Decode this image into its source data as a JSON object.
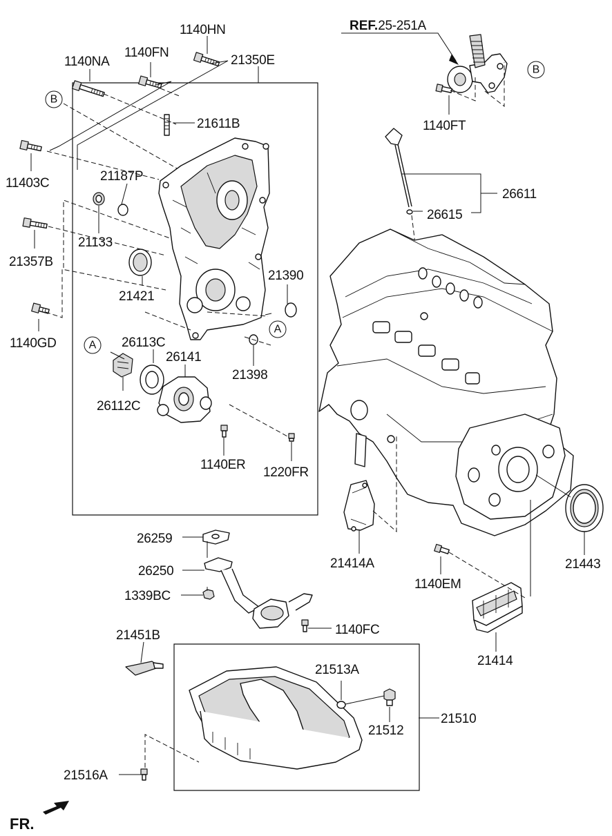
{
  "labels": {
    "p1140HN": "1140HN",
    "p1140NA": "1140NA",
    "p1140FN": "1140FN",
    "p21350E": "21350E",
    "pB1": "B",
    "p21611B": "21611B",
    "p11403C": "11403C",
    "p21187P": "21187P",
    "p21133": "21133",
    "p21357B": "21357B",
    "p21421": "21421",
    "p21390": "21390",
    "pA1": "A",
    "p1140GD": "1140GD",
    "pA2": "A",
    "p26113C": "26113C",
    "p26141": "26141",
    "p21398": "21398",
    "p26112C": "26112C",
    "p1140ER": "1140ER",
    "p1220FR": "1220FR",
    "ref_bold": "REF.",
    "ref_rest": "25-251A",
    "pB2": "B",
    "p1140FT": "1140FT",
    "p26611": "26611",
    "p26615": "26615",
    "p26259": "26259",
    "p26250": "26250",
    "p1339BC": "1339BC",
    "p1140FC": "1140FC",
    "p21414A": "21414A",
    "p1140EM": "1140EM",
    "p21443": "21443",
    "p21414": "21414",
    "p21451B": "21451B",
    "p21513A": "21513A",
    "p21510": "21510",
    "p21512": "21512",
    "p21516A": "21516A",
    "fr": "FR."
  }
}
